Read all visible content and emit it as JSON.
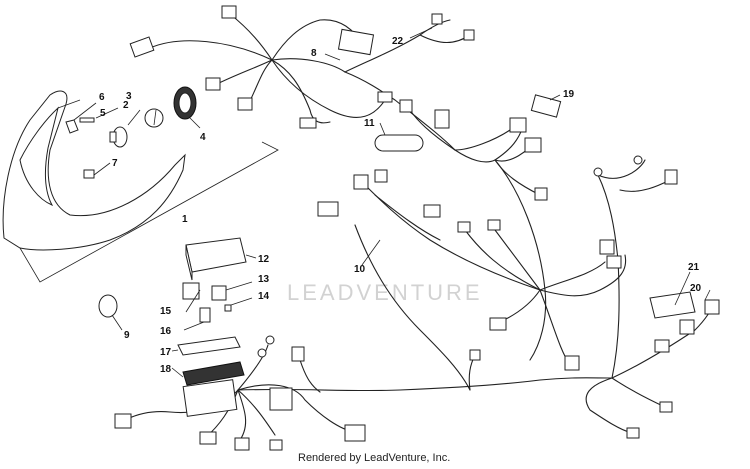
{
  "callouts": [
    "1",
    "2",
    "3",
    "4",
    "5",
    "6",
    "7",
    "8",
    "9",
    "10",
    "11",
    "12",
    "13",
    "14",
    "15",
    "16",
    "17",
    "18",
    "19",
    "20",
    "21",
    "22"
  ],
  "watermark": "LEADVENTURE",
  "footer": "Rendered by LeadVenture, Inc."
}
